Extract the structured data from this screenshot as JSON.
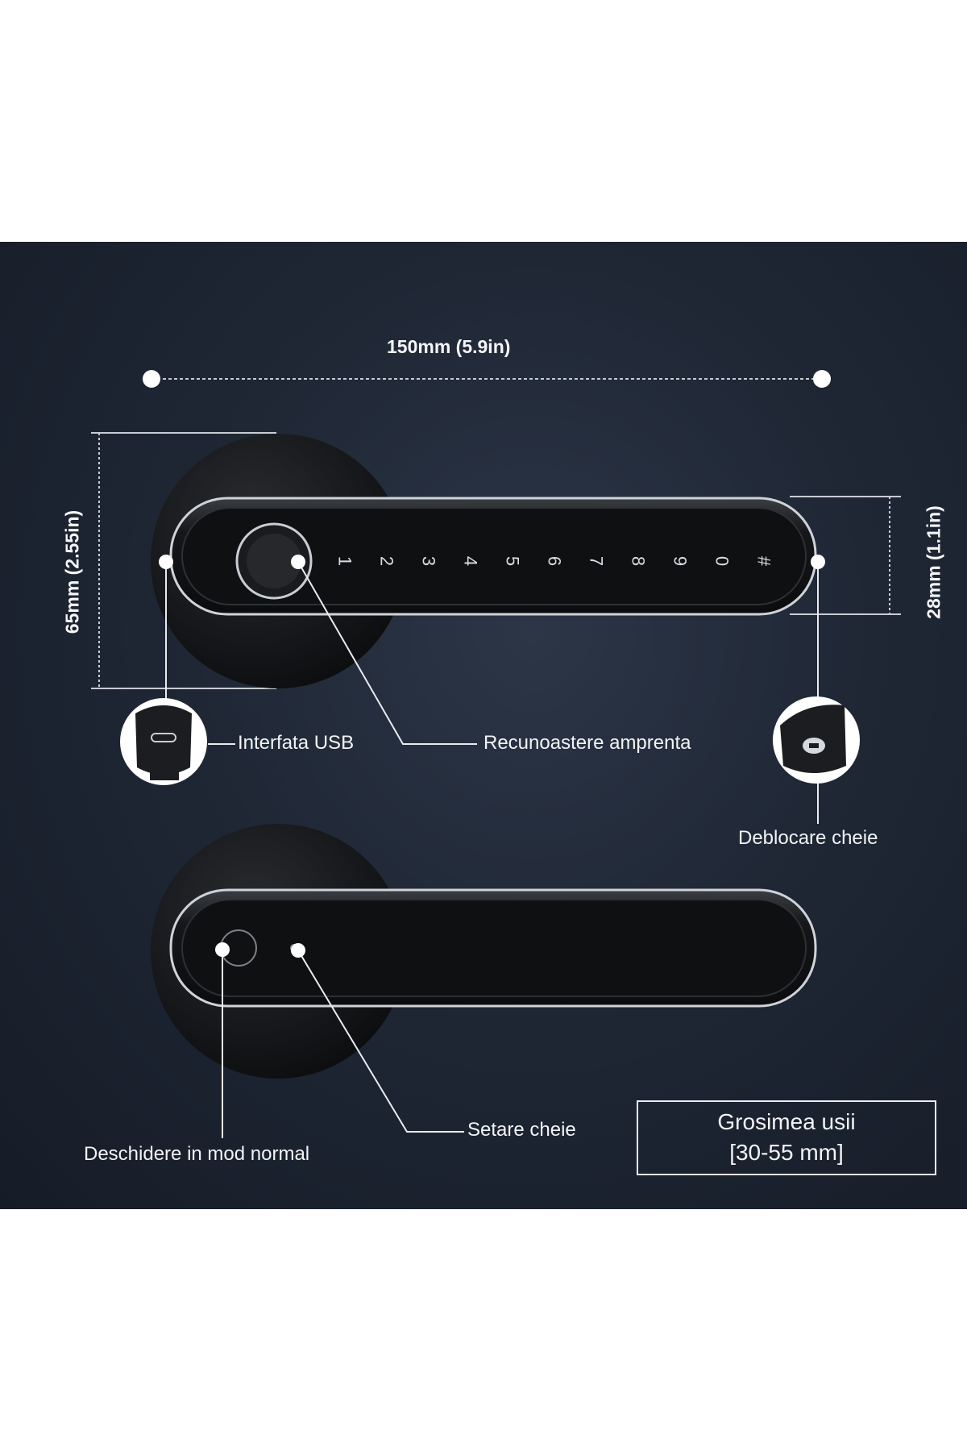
{
  "dimensions": {
    "width": "150mm (5.9in)",
    "height": "65mm (2.55in)",
    "handle_height": "28mm (1.1in)"
  },
  "labels": {
    "usb": "Interfata USB",
    "fingerprint": "Recunoastere amprenta",
    "key_unlock": "Deblocare cheie",
    "normal_open": "Deschidere in mod normal",
    "key_setting": "Setare cheie"
  },
  "thickness": {
    "title": "Grosimea usii",
    "range": "[30-55 mm]"
  },
  "keypad": [
    "1",
    "2",
    "3",
    "4",
    "5",
    "6",
    "7",
    "8",
    "9",
    "0",
    "#"
  ],
  "icons": {
    "usb_detail": "usb-port-icon",
    "key_detail": "keyhole-icon"
  },
  "colors": {
    "background": "#1f2735",
    "handle": "#111214",
    "outline": "#e8ebef"
  }
}
